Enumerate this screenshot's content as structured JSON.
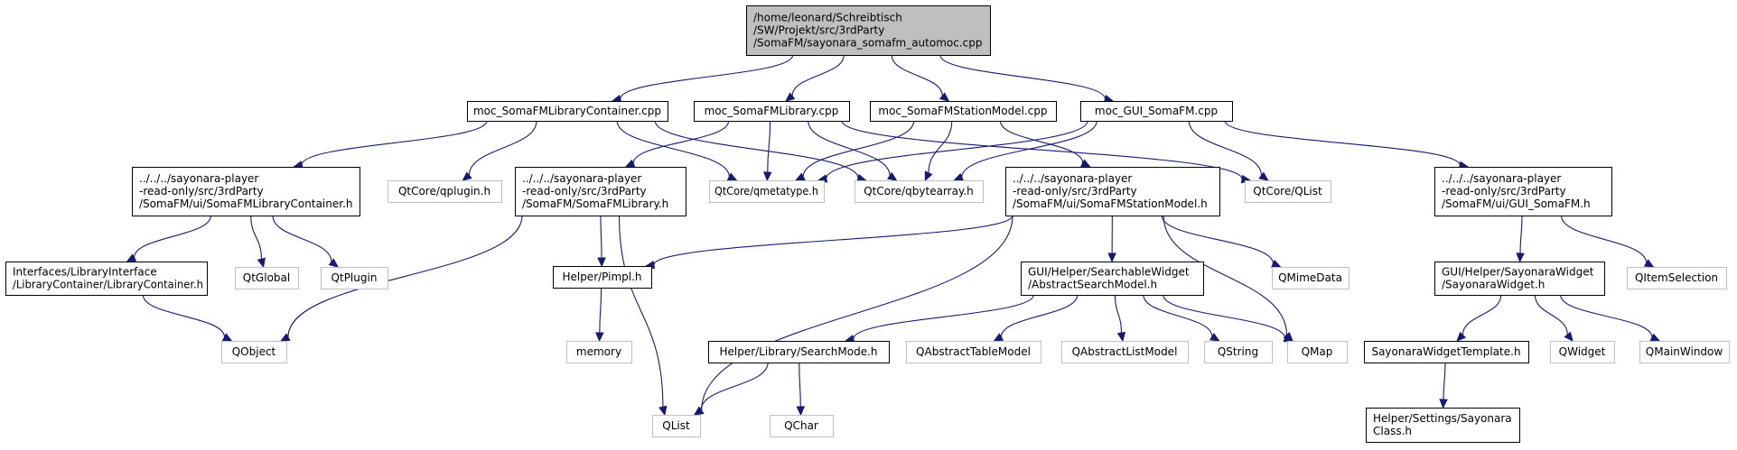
{
  "nodes": [
    {
      "id": "root",
      "kind": "root",
      "lines": [
        "/home/leonard/Schreibtisch",
        "/SW/Projekt/src/3rdParty",
        "/SomaFM/sayonara_somafm_automoc.cpp"
      ]
    },
    {
      "id": "moc_container",
      "kind": "documented",
      "lines": [
        "moc_SomaFMLibraryContainer.cpp"
      ]
    },
    {
      "id": "moc_library",
      "kind": "documented",
      "lines": [
        "moc_SomaFMLibrary.cpp"
      ]
    },
    {
      "id": "moc_station",
      "kind": "documented",
      "lines": [
        "moc_SomaFMStationModel.cpp"
      ]
    },
    {
      "id": "moc_gui",
      "kind": "documented",
      "lines": [
        "moc_GUI_SomaFM.cpp"
      ]
    },
    {
      "id": "container_h",
      "kind": "documented",
      "lines": [
        "../../../sayonara-player",
        "-read-only/src/3rdParty",
        "/SomaFM/ui/SomaFMLibraryContainer.h"
      ]
    },
    {
      "id": "qplugin_h",
      "kind": "external",
      "lines": [
        "QtCore/qplugin.h"
      ]
    },
    {
      "id": "library_h",
      "kind": "documented",
      "lines": [
        "../../../sayonara-player",
        "-read-only/src/3rdParty",
        "/SomaFM/SomaFMLibrary.h"
      ]
    },
    {
      "id": "qmetatype_h",
      "kind": "external",
      "lines": [
        "QtCore/qmetatype.h"
      ]
    },
    {
      "id": "qbytearray_h",
      "kind": "external",
      "lines": [
        "QtCore/qbytearray.h"
      ]
    },
    {
      "id": "station_h",
      "kind": "documented",
      "lines": [
        "../../../sayonara-player",
        "-read-only/src/3rdParty",
        "/SomaFM/ui/SomaFMStationModel.h"
      ]
    },
    {
      "id": "qtcore_qlist",
      "kind": "external",
      "lines": [
        "QtCore/QList"
      ]
    },
    {
      "id": "gui_h",
      "kind": "documented",
      "lines": [
        "../../../sayonara-player",
        "-read-only/src/3rdParty",
        "/SomaFM/ui/GUI_SomaFM.h"
      ]
    },
    {
      "id": "libcontainer_h",
      "kind": "documented",
      "lines": [
        "Interfaces/LibraryInterface",
        "/LibraryContainer/LibraryContainer.h"
      ]
    },
    {
      "id": "qtglobal",
      "kind": "external",
      "lines": [
        "QtGlobal"
      ]
    },
    {
      "id": "qtplugin",
      "kind": "external",
      "lines": [
        "QtPlugin"
      ]
    },
    {
      "id": "pimpl_h",
      "kind": "documented",
      "lines": [
        "Helper/Pimpl.h"
      ]
    },
    {
      "id": "searchmodel_h",
      "kind": "documented",
      "lines": [
        "GUI/Helper/SearchableWidget",
        "/AbstractSearchModel.h"
      ]
    },
    {
      "id": "qmimedata",
      "kind": "external",
      "lines": [
        "QMimeData"
      ]
    },
    {
      "id": "sayonarawidget_h",
      "kind": "documented",
      "lines": [
        "GUI/Helper/SayonaraWidget",
        "/SayonaraWidget.h"
      ]
    },
    {
      "id": "qitemselection",
      "kind": "external",
      "lines": [
        "QItemSelection"
      ]
    },
    {
      "id": "qobject",
      "kind": "external",
      "lines": [
        "QObject"
      ]
    },
    {
      "id": "memory",
      "kind": "external",
      "lines": [
        "memory"
      ]
    },
    {
      "id": "searchmode_h",
      "kind": "documented",
      "lines": [
        "Helper/Library/SearchMode.h"
      ]
    },
    {
      "id": "qabstracttablemodel",
      "kind": "external",
      "lines": [
        "QAbstractTableModel"
      ]
    },
    {
      "id": "qabstractlistmodel",
      "kind": "external",
      "lines": [
        "QAbstractListModel"
      ]
    },
    {
      "id": "qstring",
      "kind": "external",
      "lines": [
        "QString"
      ]
    },
    {
      "id": "qmap",
      "kind": "external",
      "lines": [
        "QMap"
      ]
    },
    {
      "id": "widgettemplate_h",
      "kind": "documented",
      "lines": [
        "SayonaraWidgetTemplate.h"
      ]
    },
    {
      "id": "qwidget",
      "kind": "external",
      "lines": [
        "QWidget"
      ]
    },
    {
      "id": "qmainwindow",
      "kind": "external",
      "lines": [
        "QMainWindow"
      ]
    },
    {
      "id": "qlist",
      "kind": "external",
      "lines": [
        "QList"
      ]
    },
    {
      "id": "qchar",
      "kind": "external",
      "lines": [
        "QChar"
      ]
    },
    {
      "id": "sayonaraclass_h",
      "kind": "documented",
      "lines": [
        "Helper/Settings/Sayonara",
        "Class.h"
      ]
    }
  ],
  "edges": [
    [
      "root",
      "moc_container"
    ],
    [
      "root",
      "moc_library"
    ],
    [
      "root",
      "moc_station"
    ],
    [
      "root",
      "moc_gui"
    ],
    [
      "moc_container",
      "container_h"
    ],
    [
      "moc_container",
      "qplugin_h"
    ],
    [
      "moc_container",
      "qmetatype_h"
    ],
    [
      "moc_container",
      "qbytearray_h"
    ],
    [
      "moc_library",
      "library_h"
    ],
    [
      "moc_library",
      "qmetatype_h"
    ],
    [
      "moc_library",
      "qbytearray_h"
    ],
    [
      "moc_library",
      "qtcore_qlist"
    ],
    [
      "moc_station",
      "qmetatype_h"
    ],
    [
      "moc_station",
      "qbytearray_h"
    ],
    [
      "moc_station",
      "station_h"
    ],
    [
      "moc_gui",
      "qmetatype_h"
    ],
    [
      "moc_gui",
      "qbytearray_h"
    ],
    [
      "moc_gui",
      "qtcore_qlist"
    ],
    [
      "moc_gui",
      "gui_h"
    ],
    [
      "container_h",
      "libcontainer_h"
    ],
    [
      "container_h",
      "qtglobal"
    ],
    [
      "container_h",
      "qtplugin"
    ],
    [
      "library_h",
      "qobject"
    ],
    [
      "library_h",
      "pimpl_h"
    ],
    [
      "library_h",
      "qlist"
    ],
    [
      "station_h",
      "pimpl_h"
    ],
    [
      "station_h",
      "searchmodel_h"
    ],
    [
      "station_h",
      "qmimedata"
    ],
    [
      "station_h",
      "qlist"
    ],
    [
      "station_h",
      "qmap"
    ],
    [
      "gui_h",
      "sayonarawidget_h"
    ],
    [
      "gui_h",
      "qitemselection"
    ],
    [
      "libcontainer_h",
      "qobject"
    ],
    [
      "pimpl_h",
      "memory"
    ],
    [
      "searchmodel_h",
      "searchmode_h"
    ],
    [
      "searchmodel_h",
      "qabstracttablemodel"
    ],
    [
      "searchmodel_h",
      "qabstractlistmodel"
    ],
    [
      "searchmodel_h",
      "qstring"
    ],
    [
      "searchmodel_h",
      "qmap"
    ],
    [
      "sayonarawidget_h",
      "widgettemplate_h"
    ],
    [
      "sayonarawidget_h",
      "qwidget"
    ],
    [
      "sayonarawidget_h",
      "qmainwindow"
    ],
    [
      "searchmode_h",
      "qlist"
    ],
    [
      "searchmode_h",
      "qchar"
    ],
    [
      "widgettemplate_h",
      "sayonaraclass_h"
    ]
  ],
  "colors": {
    "edge": "#191970",
    "root_fill": "#bfbfbf",
    "documented_border": "#000000",
    "external_border": "#bfbfbf"
  }
}
